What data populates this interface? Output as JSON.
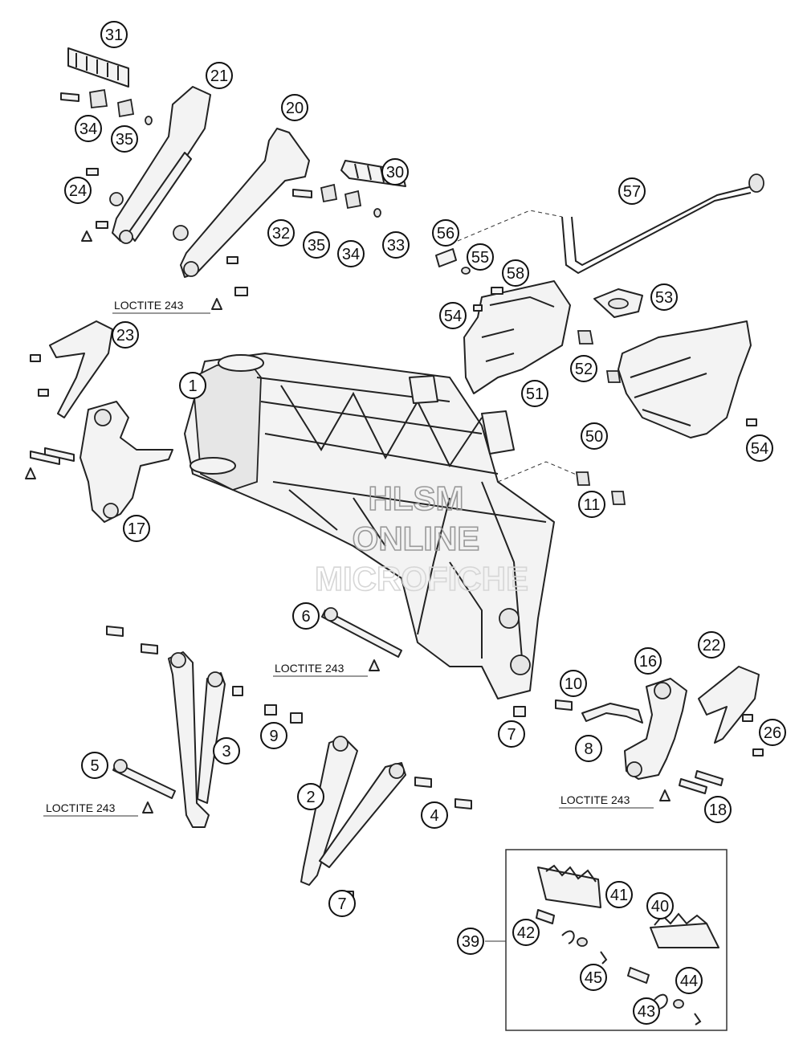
{
  "callouts": [
    "31",
    "21",
    "20",
    "34",
    "35",
    "30",
    "24",
    "32",
    "35",
    "34",
    "33",
    "56",
    "57",
    "55",
    "58",
    "53",
    "54",
    "23",
    "1",
    "52",
    "51",
    "50",
    "54",
    "17",
    "11",
    "6",
    "22",
    "16",
    "10",
    "3",
    "9",
    "7",
    "26",
    "8",
    "5",
    "2",
    "4",
    "18",
    "7",
    "41",
    "40",
    "39",
    "42",
    "45",
    "44",
    "43"
  ],
  "loctite": [
    "LOCTITE 243",
    "LOCTITE 243",
    "LOCTITE 243",
    "LOCTITE 243"
  ],
  "watermark": {
    "line1": "HLSM",
    "line2": "ONLINE",
    "line3": "MICROFICHE"
  },
  "colors": {
    "line": "#222222",
    "fill": "#f3f3f3",
    "watermark": "#9a9a9a"
  }
}
